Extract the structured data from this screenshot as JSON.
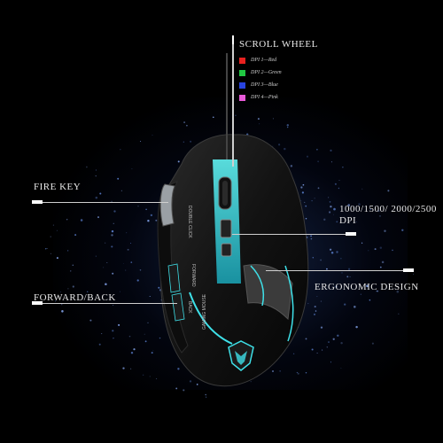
{
  "callouts": {
    "scroll_wheel": "SCROLL WHEEL",
    "fire_key": "FIRE KEY",
    "dpi": "1000/1500/ 2000/2500 DPI",
    "ergonomic": "ERGONOMIC DESIGN",
    "forward_back": "FORWARD/BACK"
  },
  "dpi_legend": [
    {
      "label": "DPI 1—Red",
      "color": "#e8211f"
    },
    {
      "label": "DPI 2—Green",
      "color": "#21c842"
    },
    {
      "label": "DPI 3—Blue",
      "color": "#2844e0"
    },
    {
      "label": "DPI 4—Pink",
      "color": "#e85ad8"
    }
  ],
  "mouse_text": {
    "double_click": "DOUBLE CLICK",
    "forward": "FORWARD",
    "back": "BACK",
    "brand": "GAMING MOUSE"
  },
  "colors": {
    "accent_cyan": "#3ee0e8",
    "body": "#151515"
  }
}
